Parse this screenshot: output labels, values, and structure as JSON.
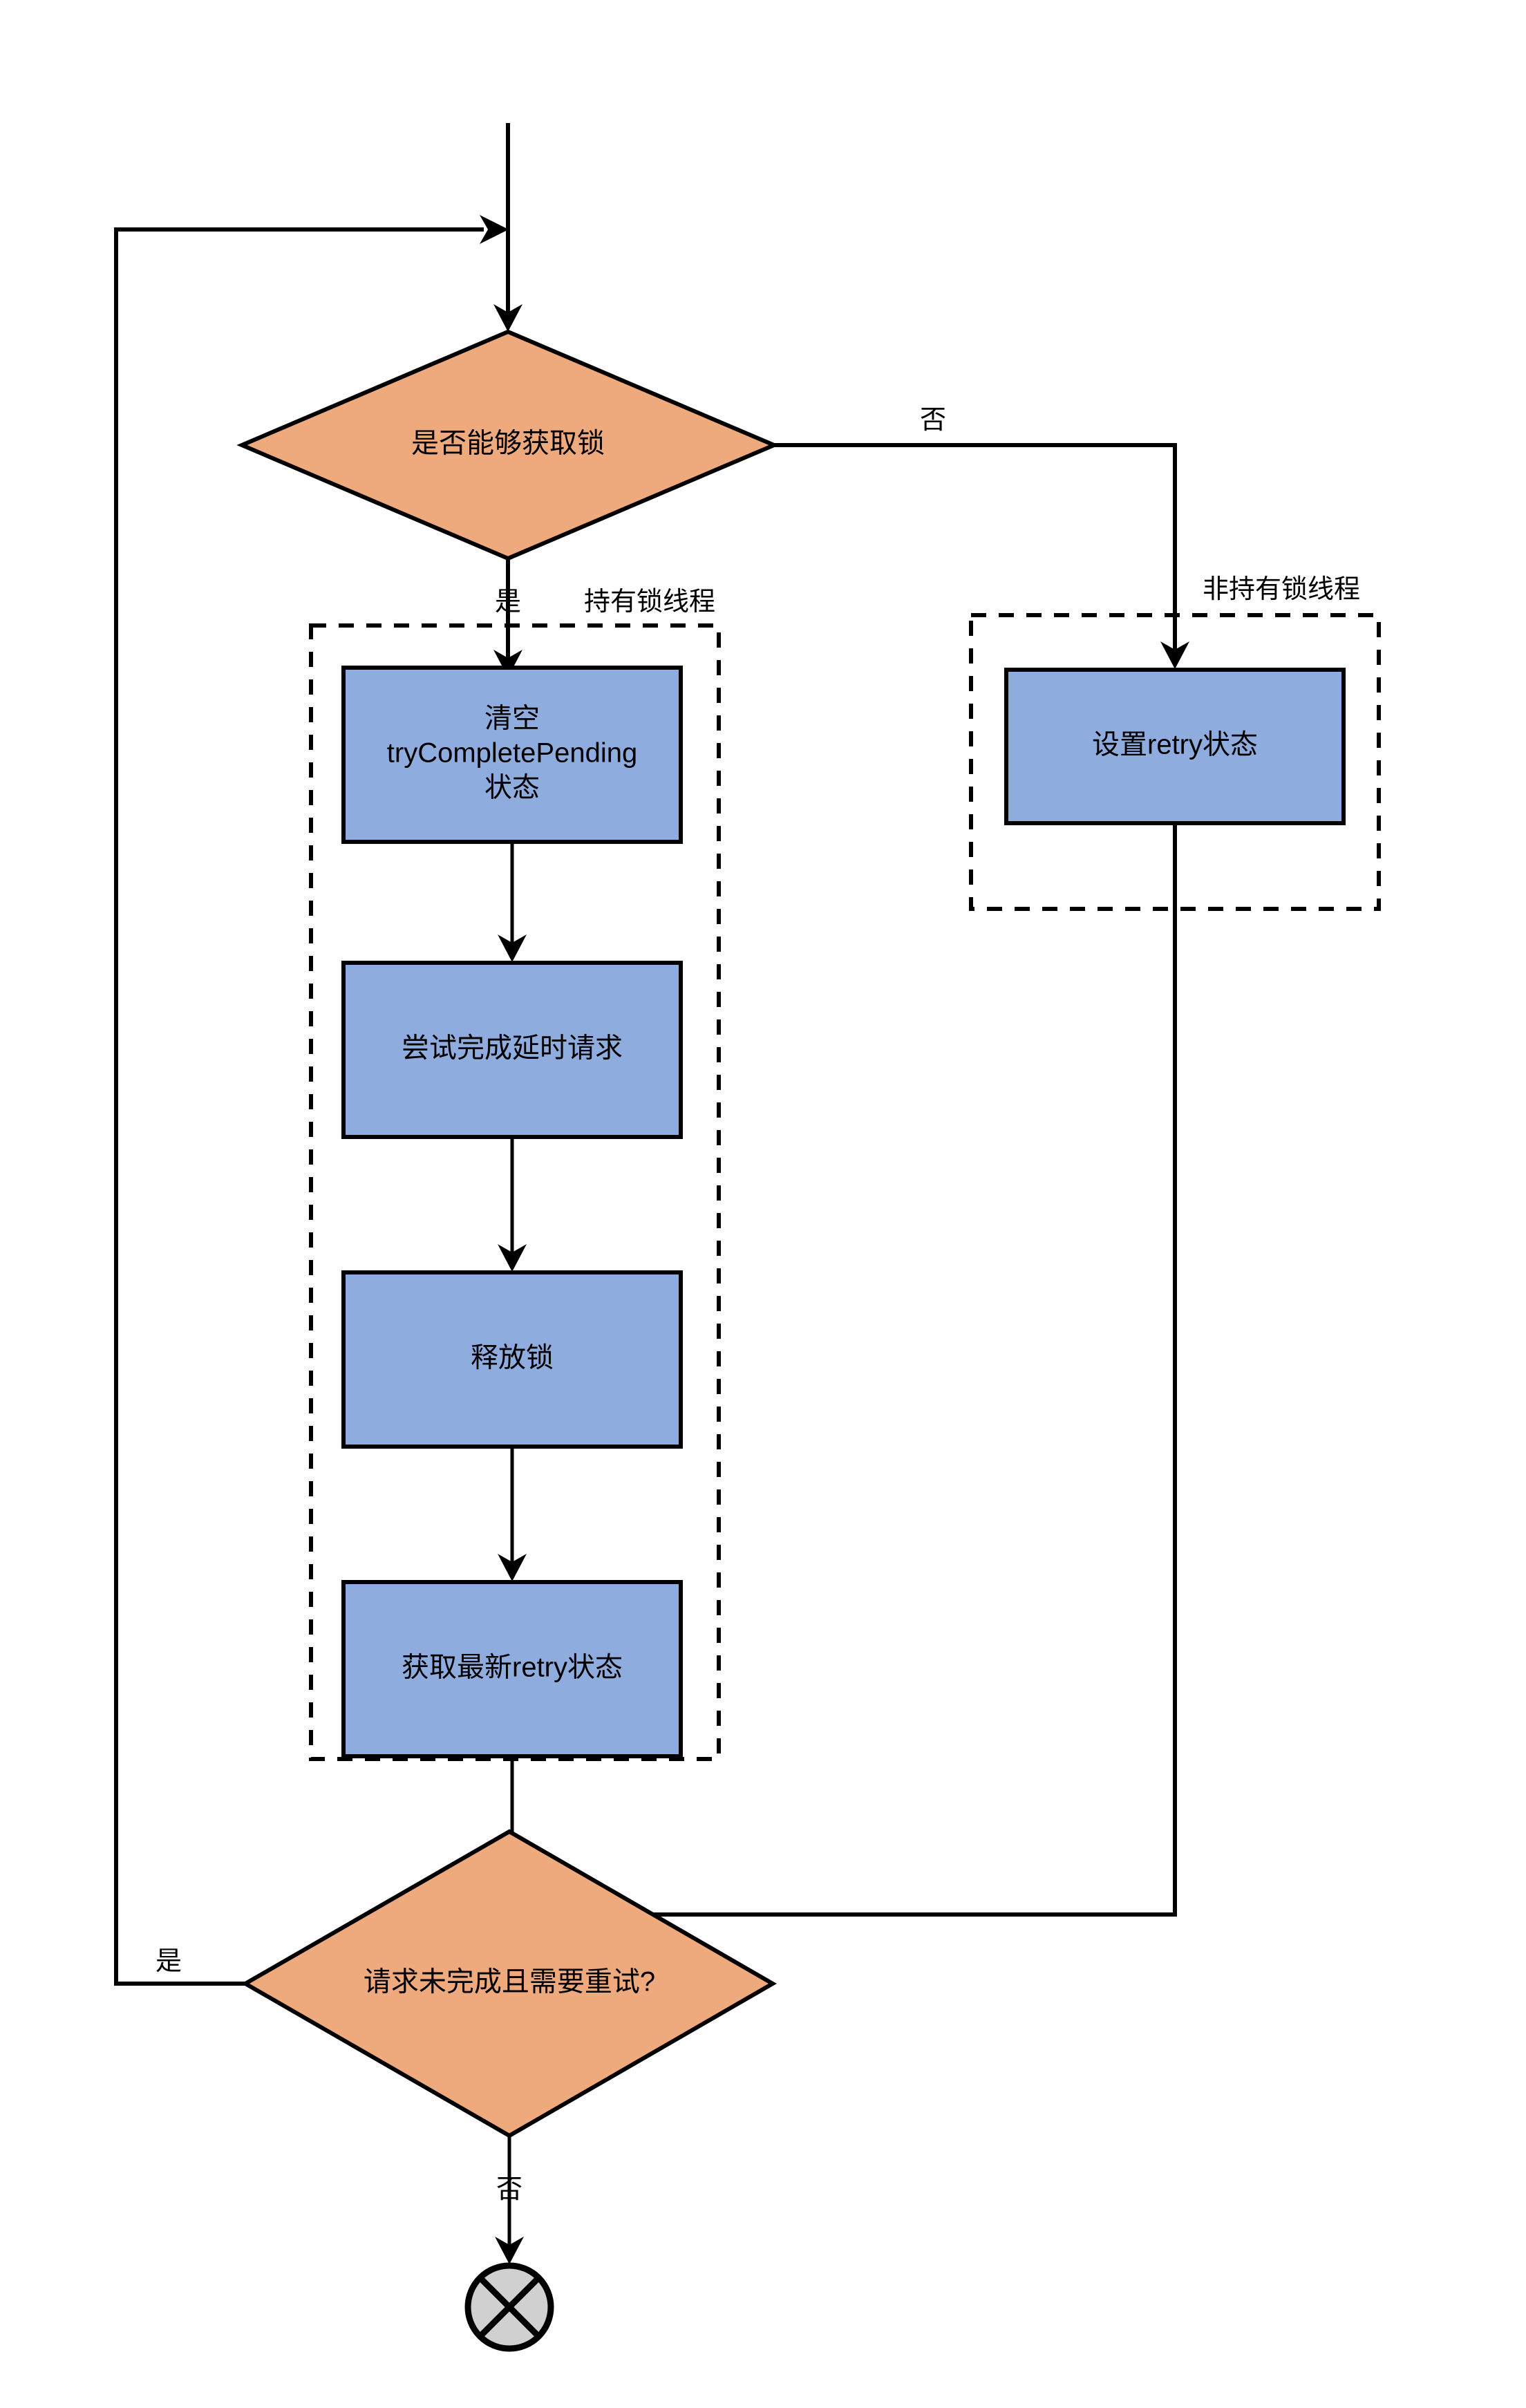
{
  "diagram": {
    "type": "flowchart",
    "title": "",
    "nodes": [
      {
        "id": "start-edge",
        "kind": "entry-line",
        "label": ""
      },
      {
        "id": "decision-acquire-lock",
        "kind": "decision",
        "label": "是否能够获取锁"
      },
      {
        "id": "proc-clear-trycompletepending",
        "kind": "process",
        "label_line1": "清空",
        "label_line2": "tryCompletePending",
        "label_line3": "状态"
      },
      {
        "id": "proc-try-complete-delayed",
        "kind": "process",
        "label": "尝试完成延时请求"
      },
      {
        "id": "proc-release-lock",
        "kind": "process",
        "label": "释放锁"
      },
      {
        "id": "proc-get-latest-retry",
        "kind": "process",
        "label": "获取最新retry状态"
      },
      {
        "id": "proc-set-retry",
        "kind": "process",
        "label": "设置retry状态"
      },
      {
        "id": "decision-retry-needed",
        "kind": "decision",
        "label": "请求未完成且需要重试?"
      },
      {
        "id": "end-terminator",
        "kind": "terminator",
        "label": ""
      }
    ],
    "groups": [
      {
        "id": "group-lock-holder",
        "label": "持有锁线程"
      },
      {
        "id": "group-non-lock-holder",
        "label": "非持有锁线程"
      }
    ],
    "edge_labels": {
      "acquire_no": "否",
      "acquire_yes": "是",
      "retry_yes": "是",
      "retry_no": "否"
    },
    "colors": {
      "process_fill": "#8facdf",
      "decision_fill": "#eea97c",
      "terminator_fill": "#d0d0d0",
      "stroke": "#000000",
      "background": "#ffffff"
    }
  }
}
